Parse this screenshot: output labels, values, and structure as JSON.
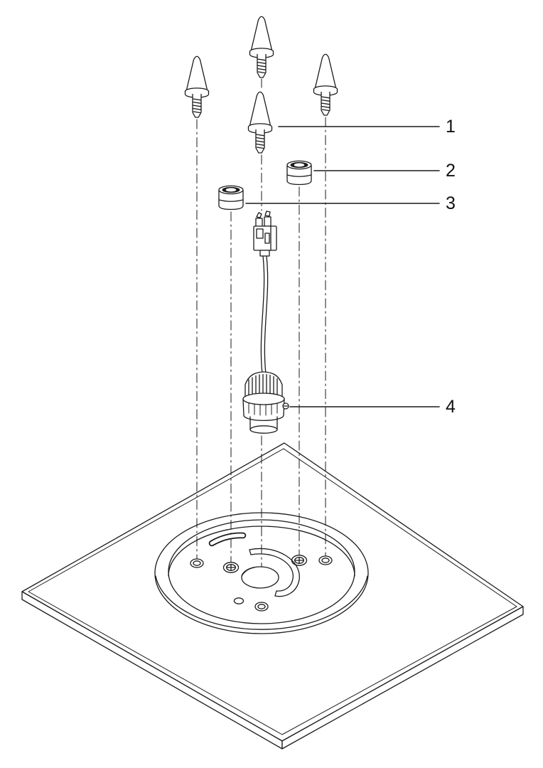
{
  "figure": {
    "type": "exploded-assembly-diagram",
    "background_color": "#ffffff",
    "line_color": "#1a1a1a",
    "callouts": [
      {
        "label": "1",
        "part": "cone-pin"
      },
      {
        "label": "2",
        "part": "union-nut-upper"
      },
      {
        "label": "3",
        "part": "union-nut-lower"
      },
      {
        "label": "4",
        "part": "led-module-with-cable"
      }
    ]
  }
}
